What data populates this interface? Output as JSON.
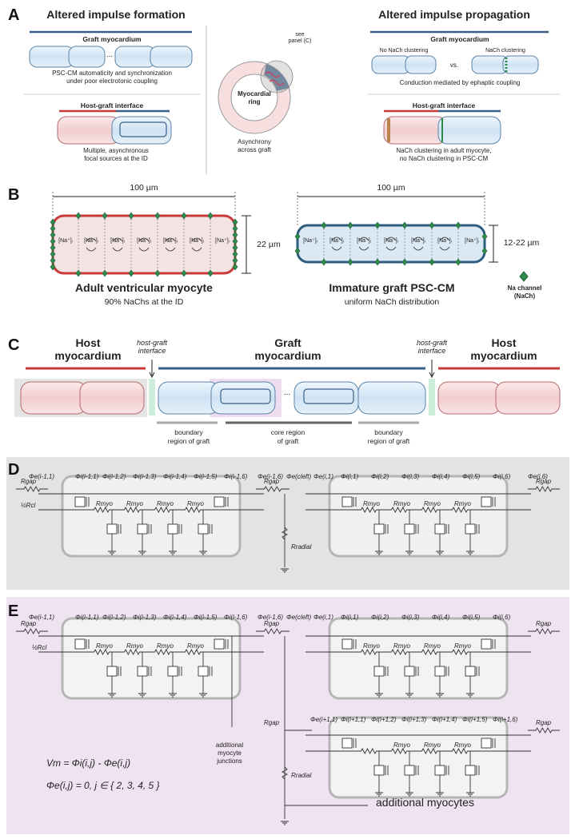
{
  "panel_a": {
    "letter": "A",
    "formation_title": "Altered impulse formation",
    "propagation_title": "Altered impulse propagation",
    "graft_myocardium_label": "Graft myocardium",
    "graft_myocardium_label_right": "Graft myocardium",
    "formation_graft_caption": "PSC-CM automaticity and synchronization\nunder poor electrotonic coupling",
    "host_graft_label": "Host-graft interface",
    "host_graft_label_right": "Host-graft interface",
    "formation_interface_caption": "Multiple, asynchronous\nfocal sources at the ID",
    "see_panel": "see\npanel (C)",
    "ring_label": "Myocardial\nring",
    "ring_caption": "Asynchrony\nacross graft",
    "no_nach": "No NaCh clustering",
    "vs": "vs.",
    "nach": "NaCh clustering",
    "ephaptic_caption": "Conduction mediated by ephaptic coupling",
    "propagation_interface_caption": "NaCh clustering in adult myocyte,\nno NaCh clustering in PSC-CM",
    "ellipsis": "..."
  },
  "panel_b": {
    "letter": "B",
    "width_left": "100 µm",
    "width_right": "100 µm",
    "height_left": "22 µm",
    "height_right": "12-22 µm",
    "na_label": "[Na⁺]ᵢ",
    "adult_title": "Adult ventricular myocyte",
    "adult_caption": "90% NaChs at the ID",
    "immature_title": "Immature graft PSC-CM",
    "immature_caption": "uniform NaCh distribution",
    "legend_label": "Na channel\n(NaCh)"
  },
  "panel_c": {
    "letter": "C",
    "host_left": "Host\nmyocardium",
    "interface_left": "host-graft\ninterface",
    "graft": "Graft\nmyocardium",
    "interface_right": "host-graft\ninterface",
    "host_right": "Host\nmyocardium",
    "boundary_left": "boundary\nregion of graft",
    "core": "core region\nof graft",
    "boundary_right": "boundary\nregion of graft",
    "ellipsis": "..."
  },
  "panel_d": {
    "letter": "D",
    "phi_labels": [
      "Φe(i-1,1)",
      "Φi(i-1,1)",
      "Φi(i-1,2)",
      "Φi(i-1,3)",
      "Φi(i-1,4)",
      "Φi(i-1,5)",
      "Φi(i-1,6)",
      "Φe(i-1,6)",
      "Φe(cleft)",
      "Φe(i,1)",
      "Φi(i,1)",
      "Φi(i,2)",
      "Φi(i,3)",
      "Φi(i,4)",
      "Φi(i,5)",
      "Φi(i,6)",
      "Φe(i,6)"
    ],
    "r_gap": "Rgap",
    "r_myo": "Rmyo",
    "r_cl": "½Rcl",
    "r_radial": "Rradial"
  },
  "panel_e": {
    "letter": "E",
    "phi_top": [
      "Φe(i-1,1)",
      "Φi(i-1,1)",
      "Φi(i-1,2)",
      "Φi(i-1,3)",
      "Φi(i-1,4)",
      "Φi(i-1,5)",
      "Φi(i-1,6)",
      "Φe(i-1,6)",
      "Φe(cleft)",
      "Φe(i,1)",
      "Φi(i,1)",
      "Φi(i,2)",
      "Φi(i,3)",
      "Φi(i,4)",
      "Φi(i,5)",
      "Φi(i,6)"
    ],
    "phi_lower": [
      "Φe(i+1,1)",
      "Φi(i+1,1)",
      "Φi(i+1,2)",
      "Φi(i+1,3)",
      "Φi(i+1,4)",
      "Φi(i+1,5)",
      "Φi(i+1,6)"
    ],
    "additional_junctions": "additional\nmyocyte\njunctions",
    "equation_1": "Vm = Φi(i,j) - Φe(i,j)",
    "equation_2": "Φe(i,j) = 0,  j ∈ { 2, 3, 4, 5 }",
    "additional_myocytes": "additional myocytes",
    "r_gap": "Rgap",
    "r_myo": "Rmyo",
    "r_cl": "½Rcl",
    "r_radial": "Rradial"
  },
  "colors": {
    "host_red": "#c83a3a",
    "graft_blue": "#3a5f86",
    "cell_red_fill": "#f6d9da",
    "cell_blue_fill": "#d6e8f6",
    "nach_green": "#2f8a4d",
    "panel_d_bg": "#e3e3e3",
    "panel_e_bg": "#efe2f1",
    "interface_mint": "#cdeedb"
  }
}
